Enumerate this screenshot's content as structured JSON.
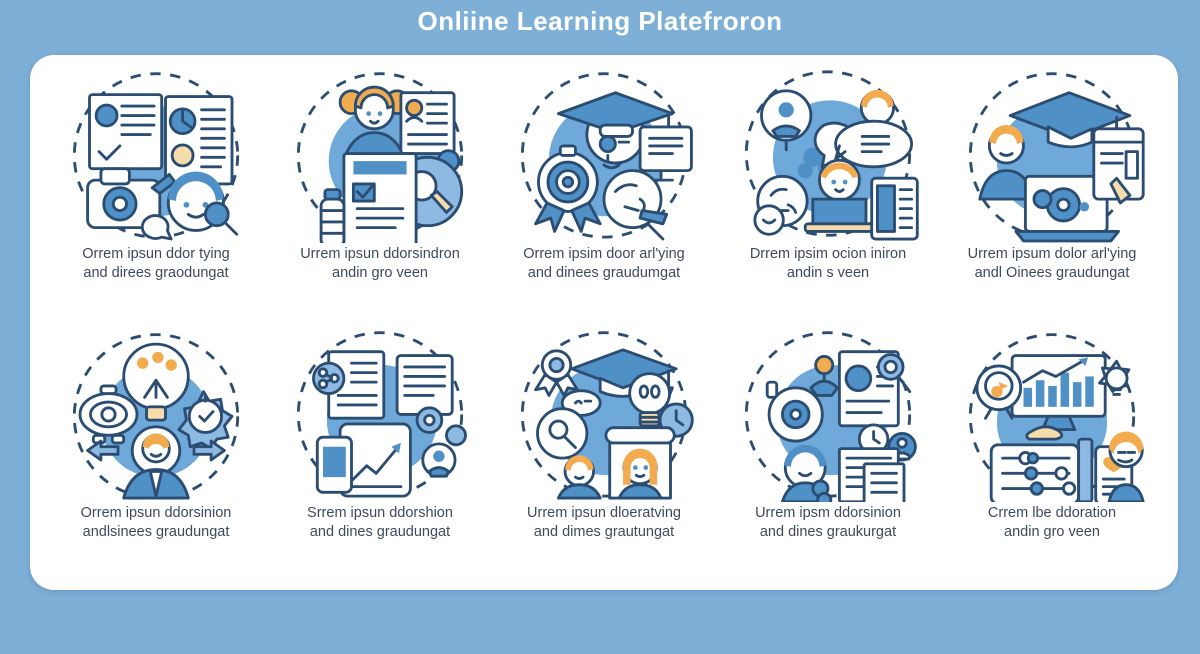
{
  "page": {
    "title": "Onliine Learning Platefroron",
    "background_color": "#7dafd7",
    "card_color": "#ffffff",
    "accent_blue": "#4f90c6",
    "blob_blue": "#6fa9da",
    "outline_navy": "#2b4d72",
    "accent_orange": "#f2ac4f",
    "caption_color": "#3b4b5c"
  },
  "cards": [
    {
      "icon": "media-research-icon",
      "line1": "Orrem ipsun ddor tying",
      "line2": "and direes graodungat"
    },
    {
      "icon": "student-checklist-icon",
      "line1": "Urrem ipsun ddorsindron",
      "line2": "andin gro veen"
    },
    {
      "icon": "graduate-monitor-icon",
      "line1": "Orrem ipsim door arl'ying",
      "line2": "and dinees graudumgat"
    },
    {
      "icon": "group-discussion-icon",
      "line1": "Drrem ipsim ocion iniron",
      "line2": "andin s veen"
    },
    {
      "icon": "online-graduation-icon",
      "line1": "Urrem ipsum dolor arl'ying",
      "line2": "andl Oinees graudungat"
    },
    {
      "icon": "idea-exchange-icon",
      "line1": "Orrem ipsun ddorsinion",
      "line2": "andlsinees graudungat"
    },
    {
      "icon": "mobile-analytics-icon",
      "line1": "Srrem ipsun ddorshion",
      "line2": "and dines graudungat"
    },
    {
      "icon": "qa-learning-icon",
      "line1": "Urrem ipsun dloeratving",
      "line2": "and dimes grautungat"
    },
    {
      "icon": "profile-search-icon",
      "line1": "Urrem ipsm ddorsinion",
      "line2": "and dines graukurgat"
    },
    {
      "icon": "performance-dashboard-icon",
      "line1": "Crrem lbe ddoration",
      "line2": "andin gro veen"
    }
  ]
}
